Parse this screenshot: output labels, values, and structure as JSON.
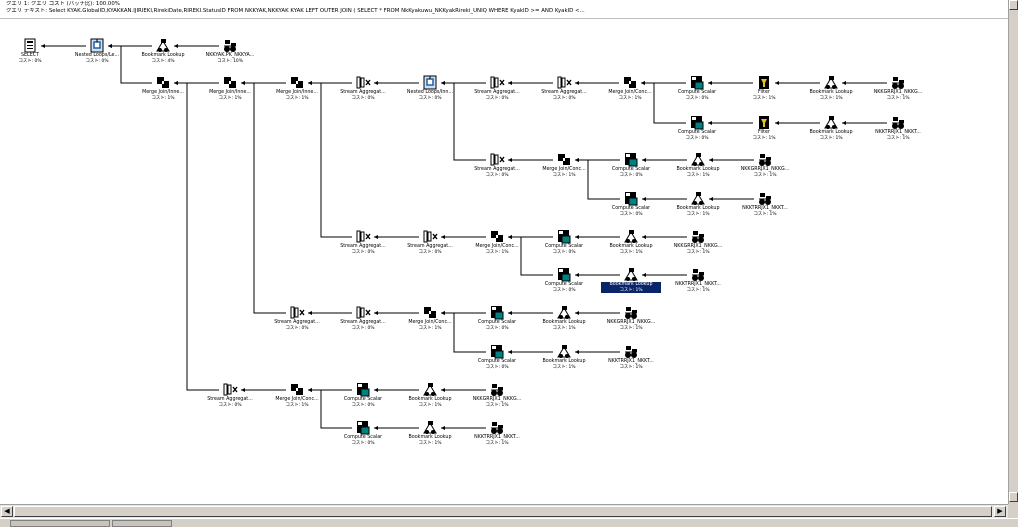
{
  "query": {
    "line1": "クエリ 1: クエリ コスト (バッチ比): 100.00%",
    "line2": "クエリ テキスト: Select KYAK.GlobalID,KYAKKAN.IJIRIEKI,RirekiDate,RIREKI.StatusID FROM NKKYAK,NKKYAK KYAK LEFT OUTER JOIN ( SELECT * FROM NkKyakuwu_NKKyakRireki_UNIQ WHERE KyakID >= AND KyakID <..."
  },
  "cost_label_zero": "コスト: 0%",
  "cost_label_one": "コスト: 1%",
  "nodes": [
    {
      "id": "n01",
      "name": "SELECT",
      "icon": "select",
      "cost": "コスト: 0%"
    },
    {
      "id": "n02",
      "name": "Nested Loops/Le...",
      "icon": "nested",
      "cost": "コスト: 0%"
    },
    {
      "id": "n03",
      "name": "Bookmark Lookup",
      "icon": "bookmark",
      "cost": "コスト: 4%"
    },
    {
      "id": "n04",
      "name": "NKKYAK.PK_NKKYA...",
      "icon": "index",
      "cost": "コスト: 10%"
    },
    {
      "id": "n05",
      "name": "Merge Join/Inne...",
      "icon": "merge",
      "cost": "コスト: 1%"
    },
    {
      "id": "n06",
      "name": "Merge Join/Inne...",
      "icon": "merge",
      "cost": "コスト: 1%"
    },
    {
      "id": "n07",
      "name": "Merge Join/Inne...",
      "icon": "merge",
      "cost": "コスト: 1%"
    },
    {
      "id": "n08",
      "name": "Stream Aggregat...",
      "icon": "stream",
      "cost": "コスト: 0%"
    },
    {
      "id": "n09",
      "name": "Nested Loops/Inn...",
      "icon": "nested",
      "cost": "コスト: 0%"
    },
    {
      "id": "n10",
      "name": "Stream Aggregat...",
      "icon": "stream",
      "cost": "コスト: 0%"
    },
    {
      "id": "n11",
      "name": "Stream Aggregat...",
      "icon": "stream",
      "cost": "コスト: 0%"
    },
    {
      "id": "n12",
      "name": "Merge Join/Conc...",
      "icon": "merge",
      "cost": "コスト: 1%"
    },
    {
      "id": "n13",
      "name": "Compute Scalar",
      "icon": "compute",
      "cost": "コスト: 0%"
    },
    {
      "id": "n14",
      "name": "Filter",
      "icon": "filter",
      "cost": "コスト: 1%"
    },
    {
      "id": "n15",
      "name": "Bookmark Lookup",
      "icon": "bookmark",
      "cost": "コスト: 1%"
    },
    {
      "id": "n16",
      "name": "NKKGRRJX1_NKKG...",
      "icon": "index",
      "cost": "コスト: 1%"
    },
    {
      "id": "n17",
      "name": "Compute Scalar",
      "icon": "compute",
      "cost": "コスト: 0%"
    },
    {
      "id": "n18",
      "name": "Filter",
      "icon": "filter",
      "cost": "コスト: 1%"
    },
    {
      "id": "n19",
      "name": "Bookmark Lookup",
      "icon": "bookmark",
      "cost": "コスト: 1%"
    },
    {
      "id": "n20",
      "name": "NKKTRRJX1_NKKT...",
      "icon": "index",
      "cost": "コスト: 1%"
    },
    {
      "id": "n21",
      "name": "Stream Aggregat...",
      "icon": "stream",
      "cost": "コスト: 0%"
    },
    {
      "id": "n22",
      "name": "Merge Join/Conc...",
      "icon": "merge",
      "cost": "コスト: 1%"
    },
    {
      "id": "n23",
      "name": "Compute Scalar",
      "icon": "compute",
      "cost": "コスト: 0%"
    },
    {
      "id": "n24",
      "name": "Bookmark Lookup",
      "icon": "bookmark",
      "cost": "コスト: 1%"
    },
    {
      "id": "n25",
      "name": "NKKGRRJX1_NKKG...",
      "icon": "index",
      "cost": "コスト: 1%"
    },
    {
      "id": "n26",
      "name": "Compute Scalar",
      "icon": "compute",
      "cost": "コスト: 0%"
    },
    {
      "id": "n27",
      "name": "Bookmark Lookup",
      "icon": "bookmark",
      "cost": "コスト: 1%"
    },
    {
      "id": "n28",
      "name": "NKKTRRJX1_NKKT...",
      "icon": "index",
      "cost": "コスト: 1%"
    },
    {
      "id": "n29",
      "name": "Stream Aggregat...",
      "icon": "stream",
      "cost": "コスト: 0%"
    },
    {
      "id": "n30",
      "name": "Stream Aggregat...",
      "icon": "stream",
      "cost": "コスト: 0%"
    },
    {
      "id": "n31",
      "name": "Merge Join/Conc...",
      "icon": "merge",
      "cost": "コスト: 1%"
    },
    {
      "id": "n32",
      "name": "Compute Scalar",
      "icon": "compute",
      "cost": "コスト: 0%"
    },
    {
      "id": "n33",
      "name": "Bookmark Lookup",
      "icon": "bookmark",
      "cost": "コスト: 1%"
    },
    {
      "id": "n34",
      "name": "NKKGRRJX1_NKKG...",
      "icon": "index",
      "cost": "コスト: 1%"
    },
    {
      "id": "n35",
      "name": "Compute Scalar",
      "icon": "compute",
      "cost": "コスト: 0%"
    },
    {
      "id": "n36",
      "name": "Bookmark Lookup",
      "icon": "bookmark",
      "cost": "コスト: 1%",
      "selected": true
    },
    {
      "id": "n37",
      "name": "NKKTRRJX1_NKKT...",
      "icon": "index",
      "cost": "コスト: 1%"
    },
    {
      "id": "n38",
      "name": "Stream Aggregat...",
      "icon": "stream",
      "cost": "コスト: 0%"
    },
    {
      "id": "n39",
      "name": "Stream Aggregat...",
      "icon": "stream",
      "cost": "コスト: 0%"
    },
    {
      "id": "n40",
      "name": "Merge Join/Conc...",
      "icon": "merge",
      "cost": "コスト: 1%"
    },
    {
      "id": "n41",
      "name": "Compute Scalar",
      "icon": "compute",
      "cost": "コスト: 0%"
    },
    {
      "id": "n42",
      "name": "Bookmark Lookup",
      "icon": "bookmark",
      "cost": "コスト: 1%"
    },
    {
      "id": "n43",
      "name": "NKKGRRJX1_NKKG...",
      "icon": "index",
      "cost": "コスト: 1%"
    },
    {
      "id": "n44",
      "name": "Compute Scalar",
      "icon": "compute",
      "cost": "コスト: 0%"
    },
    {
      "id": "n45",
      "name": "Bookmark Lookup",
      "icon": "bookmark",
      "cost": "コスト: 1%"
    },
    {
      "id": "n46",
      "name": "NKKTRRJX1_NKKT...",
      "icon": "index",
      "cost": "コスト: 1%"
    },
    {
      "id": "n47",
      "name": "Stream Aggregat...",
      "icon": "stream",
      "cost": "コスト: 0%"
    },
    {
      "id": "n48",
      "name": "Merge Join/Conc...",
      "icon": "merge",
      "cost": "コスト: 1%"
    },
    {
      "id": "n49",
      "name": "Compute Scalar",
      "icon": "compute",
      "cost": "コスト: 0%"
    },
    {
      "id": "n50",
      "name": "Bookmark Lookup",
      "icon": "bookmark",
      "cost": "コスト: 1%"
    },
    {
      "id": "n51",
      "name": "NKKGRRJX1_NKKG...",
      "icon": "index",
      "cost": "コスト: 1%"
    },
    {
      "id": "n52",
      "name": "Compute Scalar",
      "icon": "compute",
      "cost": "コスト: 0%"
    },
    {
      "id": "n53",
      "name": "Bookmark Lookup",
      "icon": "bookmark",
      "cost": "コスト: 1%"
    },
    {
      "id": "n54",
      "name": "NKKTRRJX1_NKKT...",
      "icon": "index",
      "cost": "コスト: 1%"
    }
  ],
  "colors": {
    "selection": "#0a246a",
    "scrollbar": "#d4d0c8",
    "accent_blue": "#1f5fa8",
    "accent_teal": "#008080"
  }
}
